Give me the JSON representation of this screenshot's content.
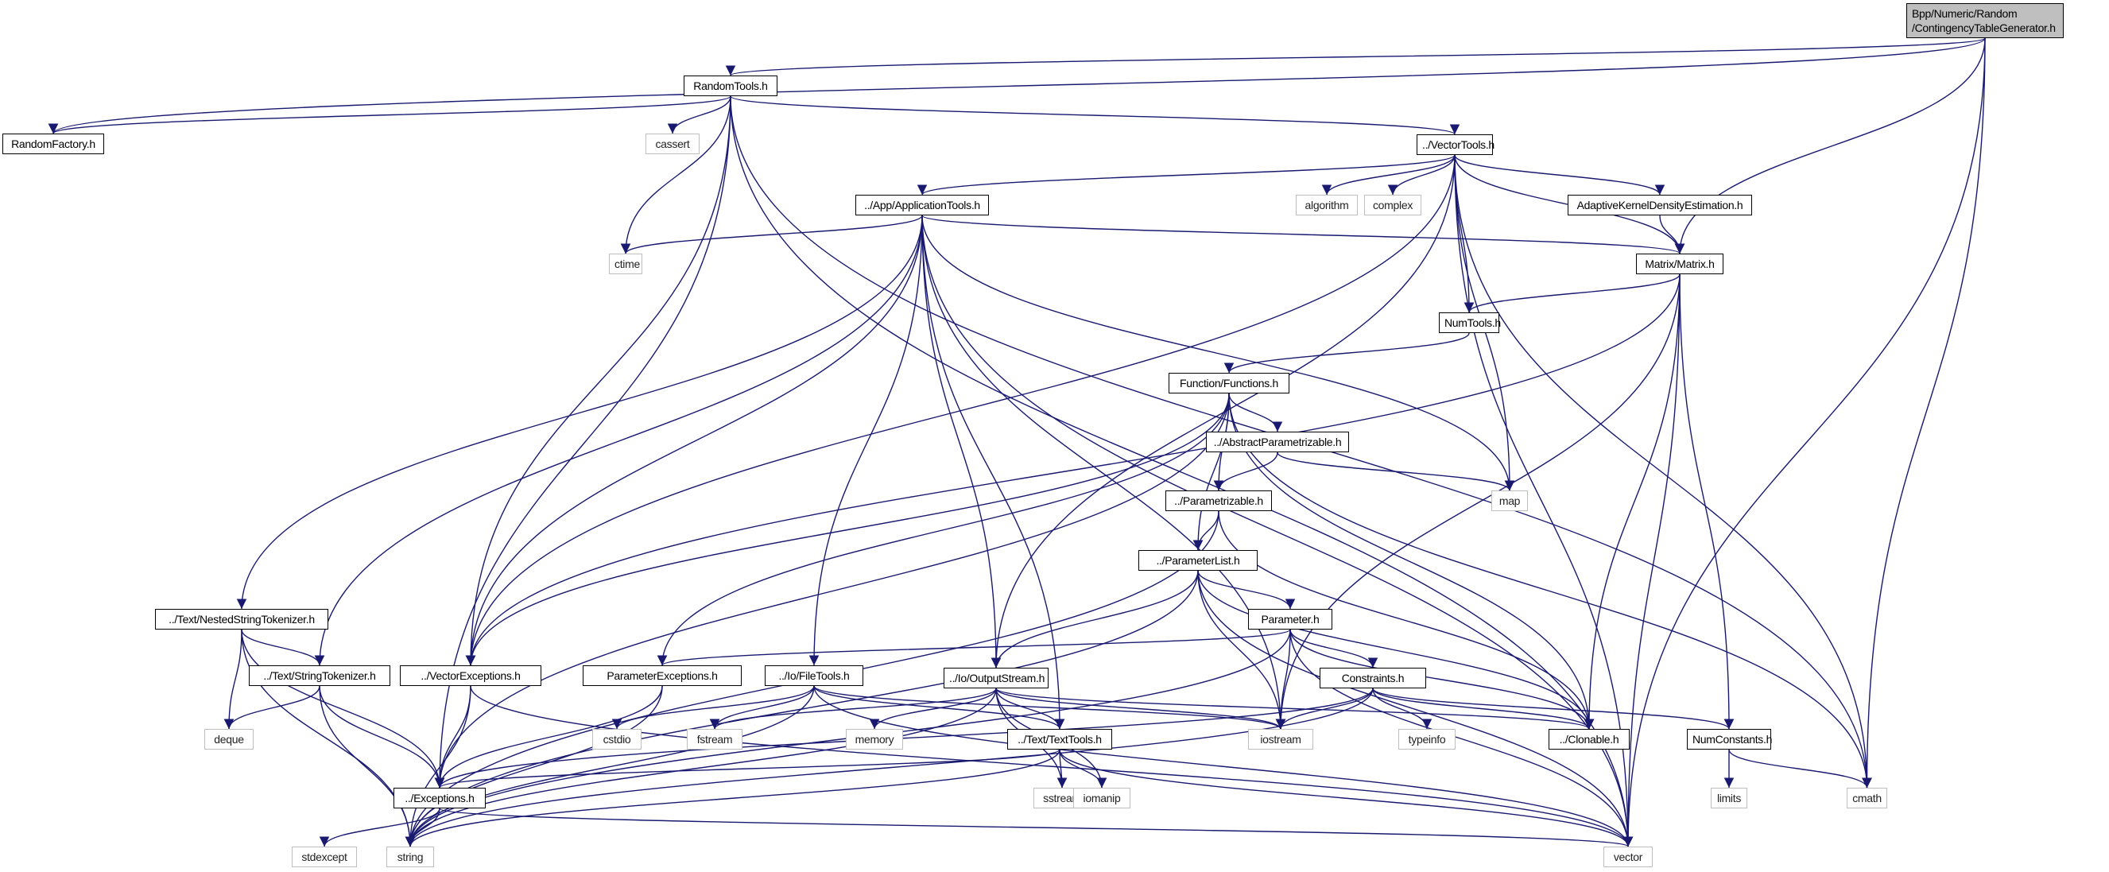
{
  "title": "Include dependency graph for ContingencyTableGenerator.h",
  "colors": {
    "edge": "#191970",
    "node_border": "#000000",
    "sys_border": "#bfbfbf",
    "root_fill": "#bfbfbf"
  },
  "nodes": {
    "root": {
      "line1": "Bpp/Numeric/Random",
      "line2": "/ContingencyTableGenerator.h"
    },
    "randomtools": "RandomTools.h",
    "randomfactory": "RandomFactory.h",
    "cassert": "cassert",
    "vectortools": "../VectorTools.h",
    "applicationtools": "../App/ApplicationTools.h",
    "algorithm": "algorithm",
    "complex": "complex",
    "akde": "AdaptiveKernelDensityEstimation.h",
    "ctime": "ctime",
    "matrix": "Matrix/Matrix.h",
    "numtools": "NumTools.h",
    "functions": "Function/Functions.h",
    "abstractparametrizable": "../AbstractParametrizable.h",
    "map": "map",
    "parametrizable": "../Parametrizable.h",
    "parameterlist": "../ParameterList.h",
    "nestedstringtokenizer": "../Text/NestedStringTokenizer.h",
    "parameter": "Parameter.h",
    "stringtokenizer": "../Text/StringTokenizer.h",
    "vectorexceptions": "../VectorExceptions.h",
    "parameterexceptions": "ParameterExceptions.h",
    "filetools": "../Io/FileTools.h",
    "outputstream": "../Io/OutputStream.h",
    "constraints": "Constraints.h",
    "deque": "deque",
    "cstdio": "cstdio",
    "fstream": "fstream",
    "memory": "memory",
    "texttools": "../Text/TextTools.h",
    "iostream": "iostream",
    "typeinfo": "typeinfo",
    "clonable": "../Clonable.h",
    "numconstants": "NumConstants.h",
    "exceptions": "../Exceptions.h",
    "sstream": "sstream",
    "iomanip": "iomanip",
    "limits": "limits",
    "cmath": "cmath",
    "stdexcept": "stdexcept",
    "string": "string",
    "vector": "vector"
  },
  "edges": [
    [
      "root",
      "randomtools"
    ],
    [
      "root",
      "randomfactory"
    ],
    [
      "root",
      "matrix"
    ],
    [
      "root",
      "cmath"
    ],
    [
      "root",
      "vector"
    ],
    [
      "randomtools",
      "randomfactory"
    ],
    [
      "randomtools",
      "cassert"
    ],
    [
      "randomtools",
      "ctime"
    ],
    [
      "randomtools",
      "vectortools"
    ],
    [
      "randomtools",
      "vectorexceptions"
    ],
    [
      "randomtools",
      "exceptions"
    ],
    [
      "randomtools",
      "cmath"
    ],
    [
      "randomtools",
      "vector"
    ],
    [
      "vectortools",
      "applicationtools"
    ],
    [
      "vectortools",
      "algorithm"
    ],
    [
      "vectortools",
      "complex"
    ],
    [
      "vectortools",
      "akde"
    ],
    [
      "vectortools",
      "matrix"
    ],
    [
      "vectortools",
      "numtools"
    ],
    [
      "vectortools",
      "map"
    ],
    [
      "vectortools",
      "outputstream"
    ],
    [
      "vectortools",
      "vectorexceptions"
    ],
    [
      "vectortools",
      "cmath"
    ],
    [
      "vectortools",
      "vector"
    ],
    [
      "applicationtools",
      "ctime"
    ],
    [
      "applicationtools",
      "matrix"
    ],
    [
      "applicationtools",
      "map"
    ],
    [
      "applicationtools",
      "nestedstringtokenizer"
    ],
    [
      "applicationtools",
      "stringtokenizer"
    ],
    [
      "applicationtools",
      "vectorexceptions"
    ],
    [
      "applicationtools",
      "filetools"
    ],
    [
      "applicationtools",
      "outputstream"
    ],
    [
      "applicationtools",
      "texttools"
    ],
    [
      "applicationtools",
      "iostream"
    ],
    [
      "applicationtools",
      "vector"
    ],
    [
      "akde",
      "matrix"
    ],
    [
      "matrix",
      "numtools"
    ],
    [
      "matrix",
      "vectorexceptions"
    ],
    [
      "matrix",
      "iostream"
    ],
    [
      "matrix",
      "clonable"
    ],
    [
      "matrix",
      "numconstants"
    ],
    [
      "matrix",
      "vector"
    ],
    [
      "numtools",
      "functions"
    ],
    [
      "functions",
      "abstractparametrizable"
    ],
    [
      "functions",
      "parametrizable"
    ],
    [
      "functions",
      "parameterlist"
    ],
    [
      "functions",
      "parameterexceptions"
    ],
    [
      "functions",
      "vectorexceptions"
    ],
    [
      "functions",
      "exceptions"
    ],
    [
      "functions",
      "clonable"
    ],
    [
      "functions",
      "cmath"
    ],
    [
      "abstractparametrizable",
      "parametrizable"
    ],
    [
      "abstractparametrizable",
      "map"
    ],
    [
      "parametrizable",
      "parameterlist"
    ],
    [
      "parametrizable",
      "clonable"
    ],
    [
      "parametrizable",
      "string"
    ],
    [
      "parameterlist",
      "parameter"
    ],
    [
      "parameterlist",
      "outputstream"
    ],
    [
      "parameterlist",
      "iostream"
    ],
    [
      "parameterlist",
      "clonable"
    ],
    [
      "parameterlist",
      "string"
    ],
    [
      "parameterlist",
      "vector"
    ],
    [
      "parameter",
      "constraints"
    ],
    [
      "parameter",
      "parameterexceptions"
    ],
    [
      "parameter",
      "iostream"
    ],
    [
      "parameter",
      "clonable"
    ],
    [
      "parameter",
      "string"
    ],
    [
      "parameter",
      "vector"
    ],
    [
      "constraints",
      "numconstants"
    ],
    [
      "constraints",
      "clonable"
    ],
    [
      "constraints",
      "typeinfo"
    ],
    [
      "constraints",
      "iostream"
    ],
    [
      "constraints",
      "exceptions"
    ],
    [
      "constraints",
      "string"
    ],
    [
      "nestedstringtokenizer",
      "stringtokenizer"
    ],
    [
      "nestedstringtokenizer",
      "deque"
    ],
    [
      "nestedstringtokenizer",
      "exceptions"
    ],
    [
      "nestedstringtokenizer",
      "string"
    ],
    [
      "stringtokenizer",
      "deque"
    ],
    [
      "stringtokenizer",
      "exceptions"
    ],
    [
      "stringtokenizer",
      "string"
    ],
    [
      "vectorexceptions",
      "exceptions"
    ],
    [
      "vectorexceptions",
      "string"
    ],
    [
      "vectorexceptions",
      "vector"
    ],
    [
      "parameterexceptions",
      "exceptions"
    ],
    [
      "parameterexceptions",
      "string"
    ],
    [
      "filetools",
      "texttools"
    ],
    [
      "filetools",
      "cstdio"
    ],
    [
      "filetools",
      "fstream"
    ],
    [
      "filetools",
      "iostream"
    ],
    [
      "filetools",
      "string"
    ],
    [
      "filetools",
      "vector"
    ],
    [
      "outputstream",
      "texttools"
    ],
    [
      "outputstream",
      "fstream"
    ],
    [
      "outputstream",
      "memory"
    ],
    [
      "outputstream",
      "iostream"
    ],
    [
      "outputstream",
      "sstream"
    ],
    [
      "outputstream",
      "iomanip"
    ],
    [
      "outputstream",
      "clonable"
    ],
    [
      "outputstream",
      "string"
    ],
    [
      "texttools",
      "exceptions"
    ],
    [
      "texttools",
      "sstream"
    ],
    [
      "texttools",
      "iomanip"
    ],
    [
      "texttools",
      "string"
    ],
    [
      "texttools",
      "vector"
    ],
    [
      "numconstants",
      "limits"
    ],
    [
      "numconstants",
      "cmath"
    ],
    [
      "exceptions",
      "stdexcept"
    ],
    [
      "exceptions",
      "string"
    ],
    [
      "exceptions",
      "vector"
    ]
  ]
}
